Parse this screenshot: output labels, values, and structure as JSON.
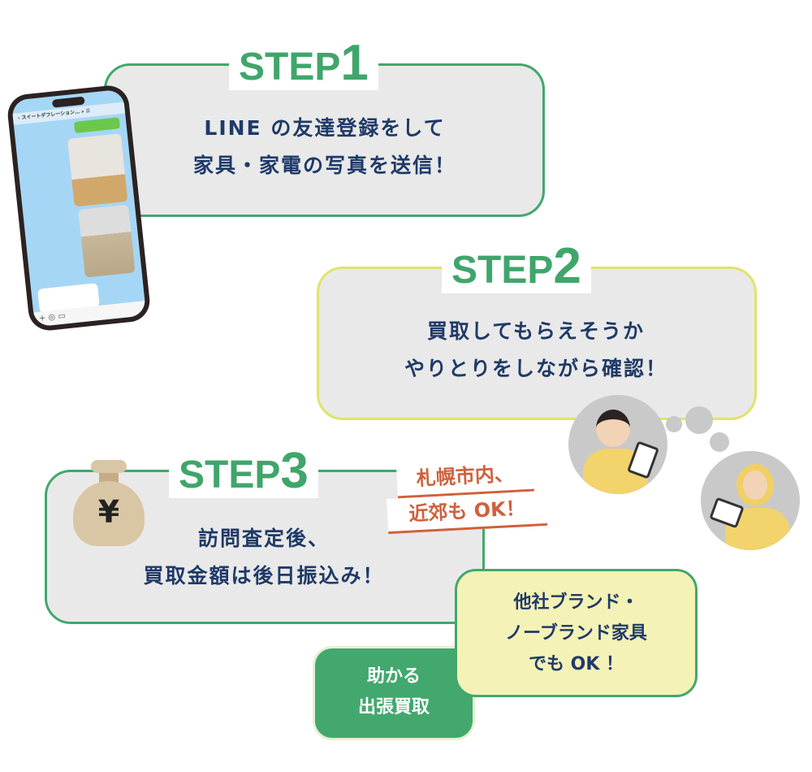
{
  "step1": {
    "label": "STEP",
    "num": "1",
    "line1": "LINE の友達登録をして",
    "line2": "家具・家電の写真を送信！"
  },
  "step2": {
    "label": "STEP",
    "num": "2",
    "line1": "買取してもらえそうか",
    "line2": "やりとりをしながら確認！"
  },
  "step3": {
    "label": "STEP",
    "num": "3",
    "line1": "訪問査定後、",
    "line2": "買取金額は後日振込み！"
  },
  "phone": {
    "chat_title": "スイートデフレーション…"
  },
  "money_bag": {
    "symbol": "¥"
  },
  "area_note": {
    "line1": "札幌市内、",
    "line2": "近郊も OK！"
  },
  "brand_note": {
    "line1": "他社ブランド・",
    "line2": "ノーブランド家具",
    "line3": "でも OK ！"
  },
  "service_badge": {
    "line1": "助かる",
    "line2": "出張買取"
  },
  "colors": {
    "green": "#41a86c",
    "navy": "#1f3a68",
    "yellow_border": "#e2e36a",
    "note_red": "#d0603c"
  }
}
